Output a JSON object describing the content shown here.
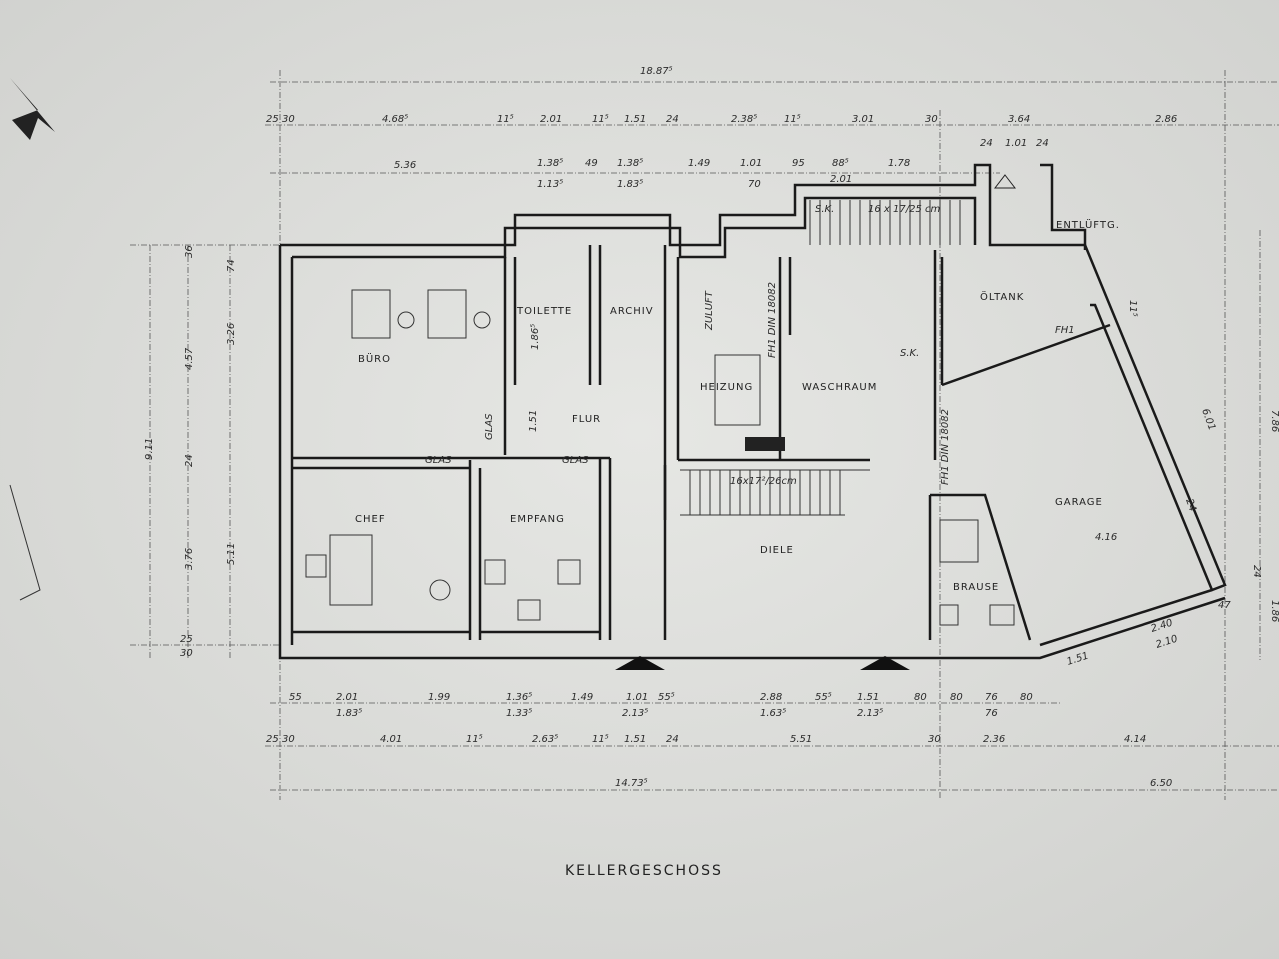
{
  "title": "KELLERGESCHOSS",
  "rooms": {
    "buero": "BÜRO",
    "toilette": "TOILETTE",
    "archiv": "ARCHIV",
    "flur": "FLUR",
    "heizung": "HEIZUNG",
    "waschraum": "WASCHRAUM",
    "oeltank": "ÖLTANK",
    "garage": "GARAGE",
    "chef": "CHEF",
    "empfang": "EMPFANG",
    "diele": "DIELE",
    "brause": "BRAUSE",
    "entlueftung": "ENTLÜFTG.",
    "zuluft": "ZULUFT"
  },
  "annotations": {
    "glas1": "GLAS",
    "glas2": "GLAS",
    "glas3": "GLAS",
    "stair1": "16 x 17/25 cm",
    "stair2": "16x17²/26cm",
    "sk1": "S.K.",
    "sk2": "S.K.",
    "fh1": "FH1",
    "fh2": "FH1 DIN 18082",
    "fh3": "FH1 DIN 18082",
    "garage_height": "4.16",
    "toilet_dim": "1.86⁵",
    "flur_dim": "1.51"
  },
  "dims_top": {
    "overall": "18.87⁵",
    "row1": [
      "25",
      "30",
      "4.68⁵",
      "11⁵",
      "2.01",
      "11⁵",
      "1.51",
      "24",
      "2.38⁵",
      "11⁵",
      "3.01",
      "30",
      "3.64",
      "2.86"
    ],
    "row2": [
      "5.36",
      "1.38⁵",
      "49",
      "1.38⁵",
      "1.49",
      "1.01",
      "95",
      "88⁵",
      "1.78"
    ],
    "row2b": [
      "1.13⁵",
      "1.83⁵",
      "70",
      "2.01"
    ],
    "stair": [
      "24",
      "1.01",
      "24"
    ]
  },
  "dims_bottom": {
    "row1": [
      "55",
      "2.01",
      "1.99",
      "1.36⁵",
      "1.49",
      "1.01",
      "55⁵",
      "2.88",
      "55⁵",
      "1.51",
      "80",
      "80",
      "76",
      "80"
    ],
    "row1b": [
      "1.83⁵",
      "1.33⁵",
      "2.13⁵",
      "1.63⁵",
      "2.13⁵",
      "76"
    ],
    "row2": [
      "25",
      "30",
      "4.01",
      "11⁵",
      "2.63⁵",
      "11⁵",
      "1.51",
      "24",
      "5.51",
      "30",
      "2.36",
      "4.14"
    ],
    "row3": [
      "14.73⁵",
      "6.50"
    ]
  },
  "dims_left": [
    "9.11",
    "4.57",
    "3.26",
    "3.76",
    "5.11",
    "36",
    "74",
    "24",
    "25",
    "30"
  ],
  "dims_right": [
    "7.86",
    "6.01",
    "1.86",
    "2.40",
    "2.10",
    "1.51",
    "47",
    "24",
    "11⁵",
    "24"
  ]
}
